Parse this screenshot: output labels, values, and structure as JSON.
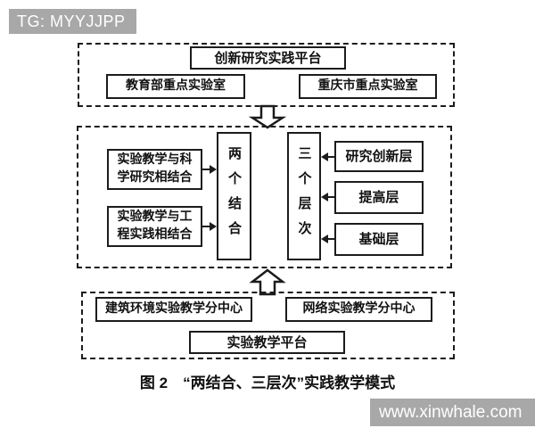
{
  "watermarks": {
    "top_left": "TG: MYYJJPP",
    "bottom_right": "www.xinwhale.com"
  },
  "figure": {
    "caption": "图 2　“两结合、三层次”实践教学模式"
  },
  "top_group": {
    "platform": "创新研究实践平台",
    "labs": [
      "教育部重点实验室",
      "重庆市重点实验室"
    ]
  },
  "middle_group": {
    "combinations": [
      "实验教学与科学研究相结合",
      "实验教学与工程实践相结合"
    ],
    "combination_label": "两个结合",
    "levels_label": "三个层次",
    "levels": [
      "研究创新层",
      "提高层",
      "基础层"
    ]
  },
  "bottom_group": {
    "sub_centers": [
      "建筑环境实验教学分中心",
      "网络实验教学分中心"
    ],
    "platform": "实验教学平台"
  },
  "colors": {
    "line": "#1c1c1c",
    "watermark_bg": "#a8a8a8",
    "watermark_text": "#ffffff",
    "background": "#ffffff"
  }
}
